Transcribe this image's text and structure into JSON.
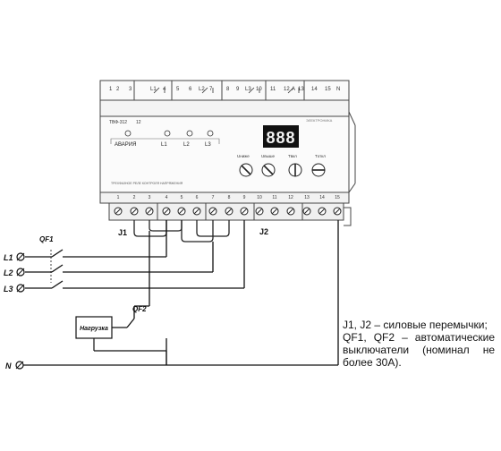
{
  "device": {
    "model": "ТВФ-312",
    "model_suffix": "12",
    "brand": "ЭЛЕКТРОНИКА",
    "alarm_label": "АВАРИЯ",
    "phase_leds": [
      "L1",
      "L2",
      "L3"
    ],
    "display_value": "888",
    "knob_labels": [
      "Uниже",
      "Uвыше",
      "Tвкл",
      "Tоткл"
    ],
    "subtitle": "ТРЕХФАЗНОЕ РЕЛЕ КОНТРОЛЯ НАПРЯЖЕНИЯ",
    "top_terminals": [
      "1",
      "2",
      "3",
      "L1",
      "4",
      "5",
      "6",
      "L2",
      "7",
      "8",
      "9",
      "L3",
      "10",
      "11",
      "12",
      "A",
      "13",
      "14",
      "15",
      "N"
    ],
    "bottom_terminals": [
      "1",
      "2",
      "3",
      "4",
      "5",
      "6",
      "7",
      "8",
      "9",
      "10",
      "11",
      "12",
      "13",
      "14",
      "15"
    ]
  },
  "labels": {
    "jumper1": "J1",
    "jumper2": "J2",
    "breaker1": "QF1",
    "breaker2": "QF2",
    "load": "Нагрузка",
    "phases": [
      "L1",
      "L2",
      "L3"
    ],
    "neutral": "N"
  },
  "note": {
    "line1": "J1, J2 – силовые перемычки;",
    "line2": "QF1, QF2 – автоматические",
    "line3": "выключатели (номинал не",
    "line4": "более 30А)."
  }
}
